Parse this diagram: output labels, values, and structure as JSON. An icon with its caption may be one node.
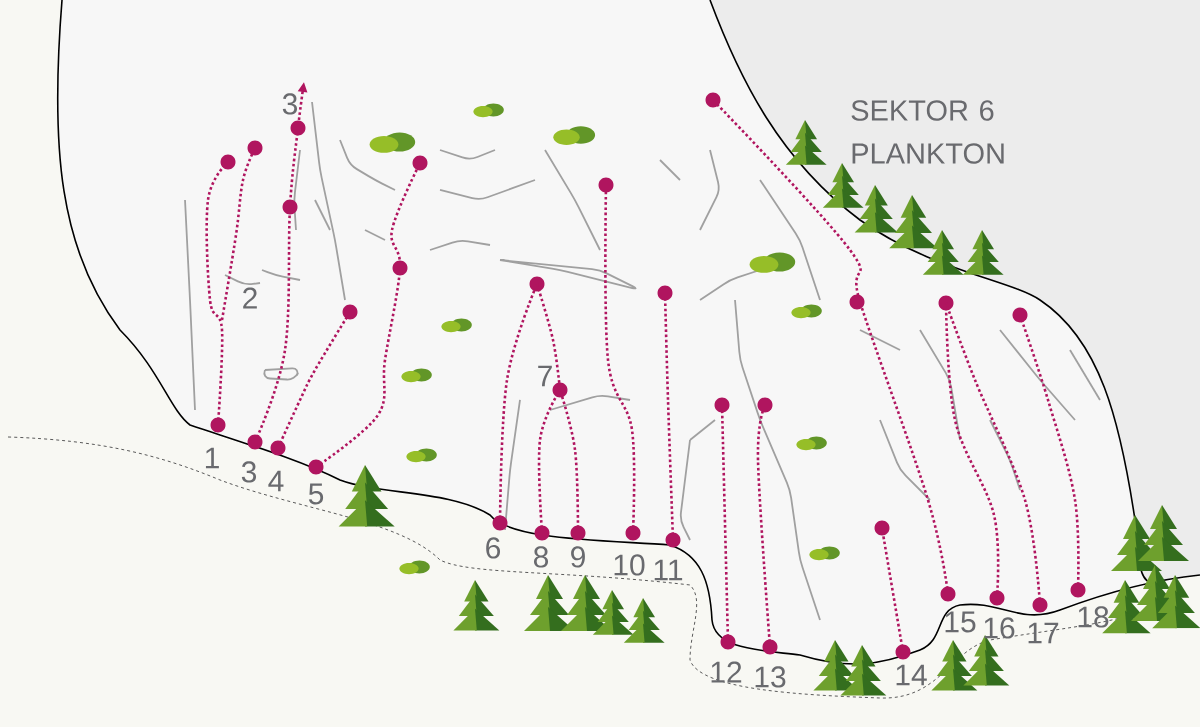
{
  "diagram": {
    "title": "SEKTOR 6 PLANKTON",
    "labels": [
      "3",
      "2",
      "7",
      "1",
      "3",
      "4",
      "5",
      "6",
      "8",
      "9",
      "10",
      "11",
      "15",
      "16",
      "17",
      "18",
      "12",
      "13",
      "14"
    ]
  }
}
